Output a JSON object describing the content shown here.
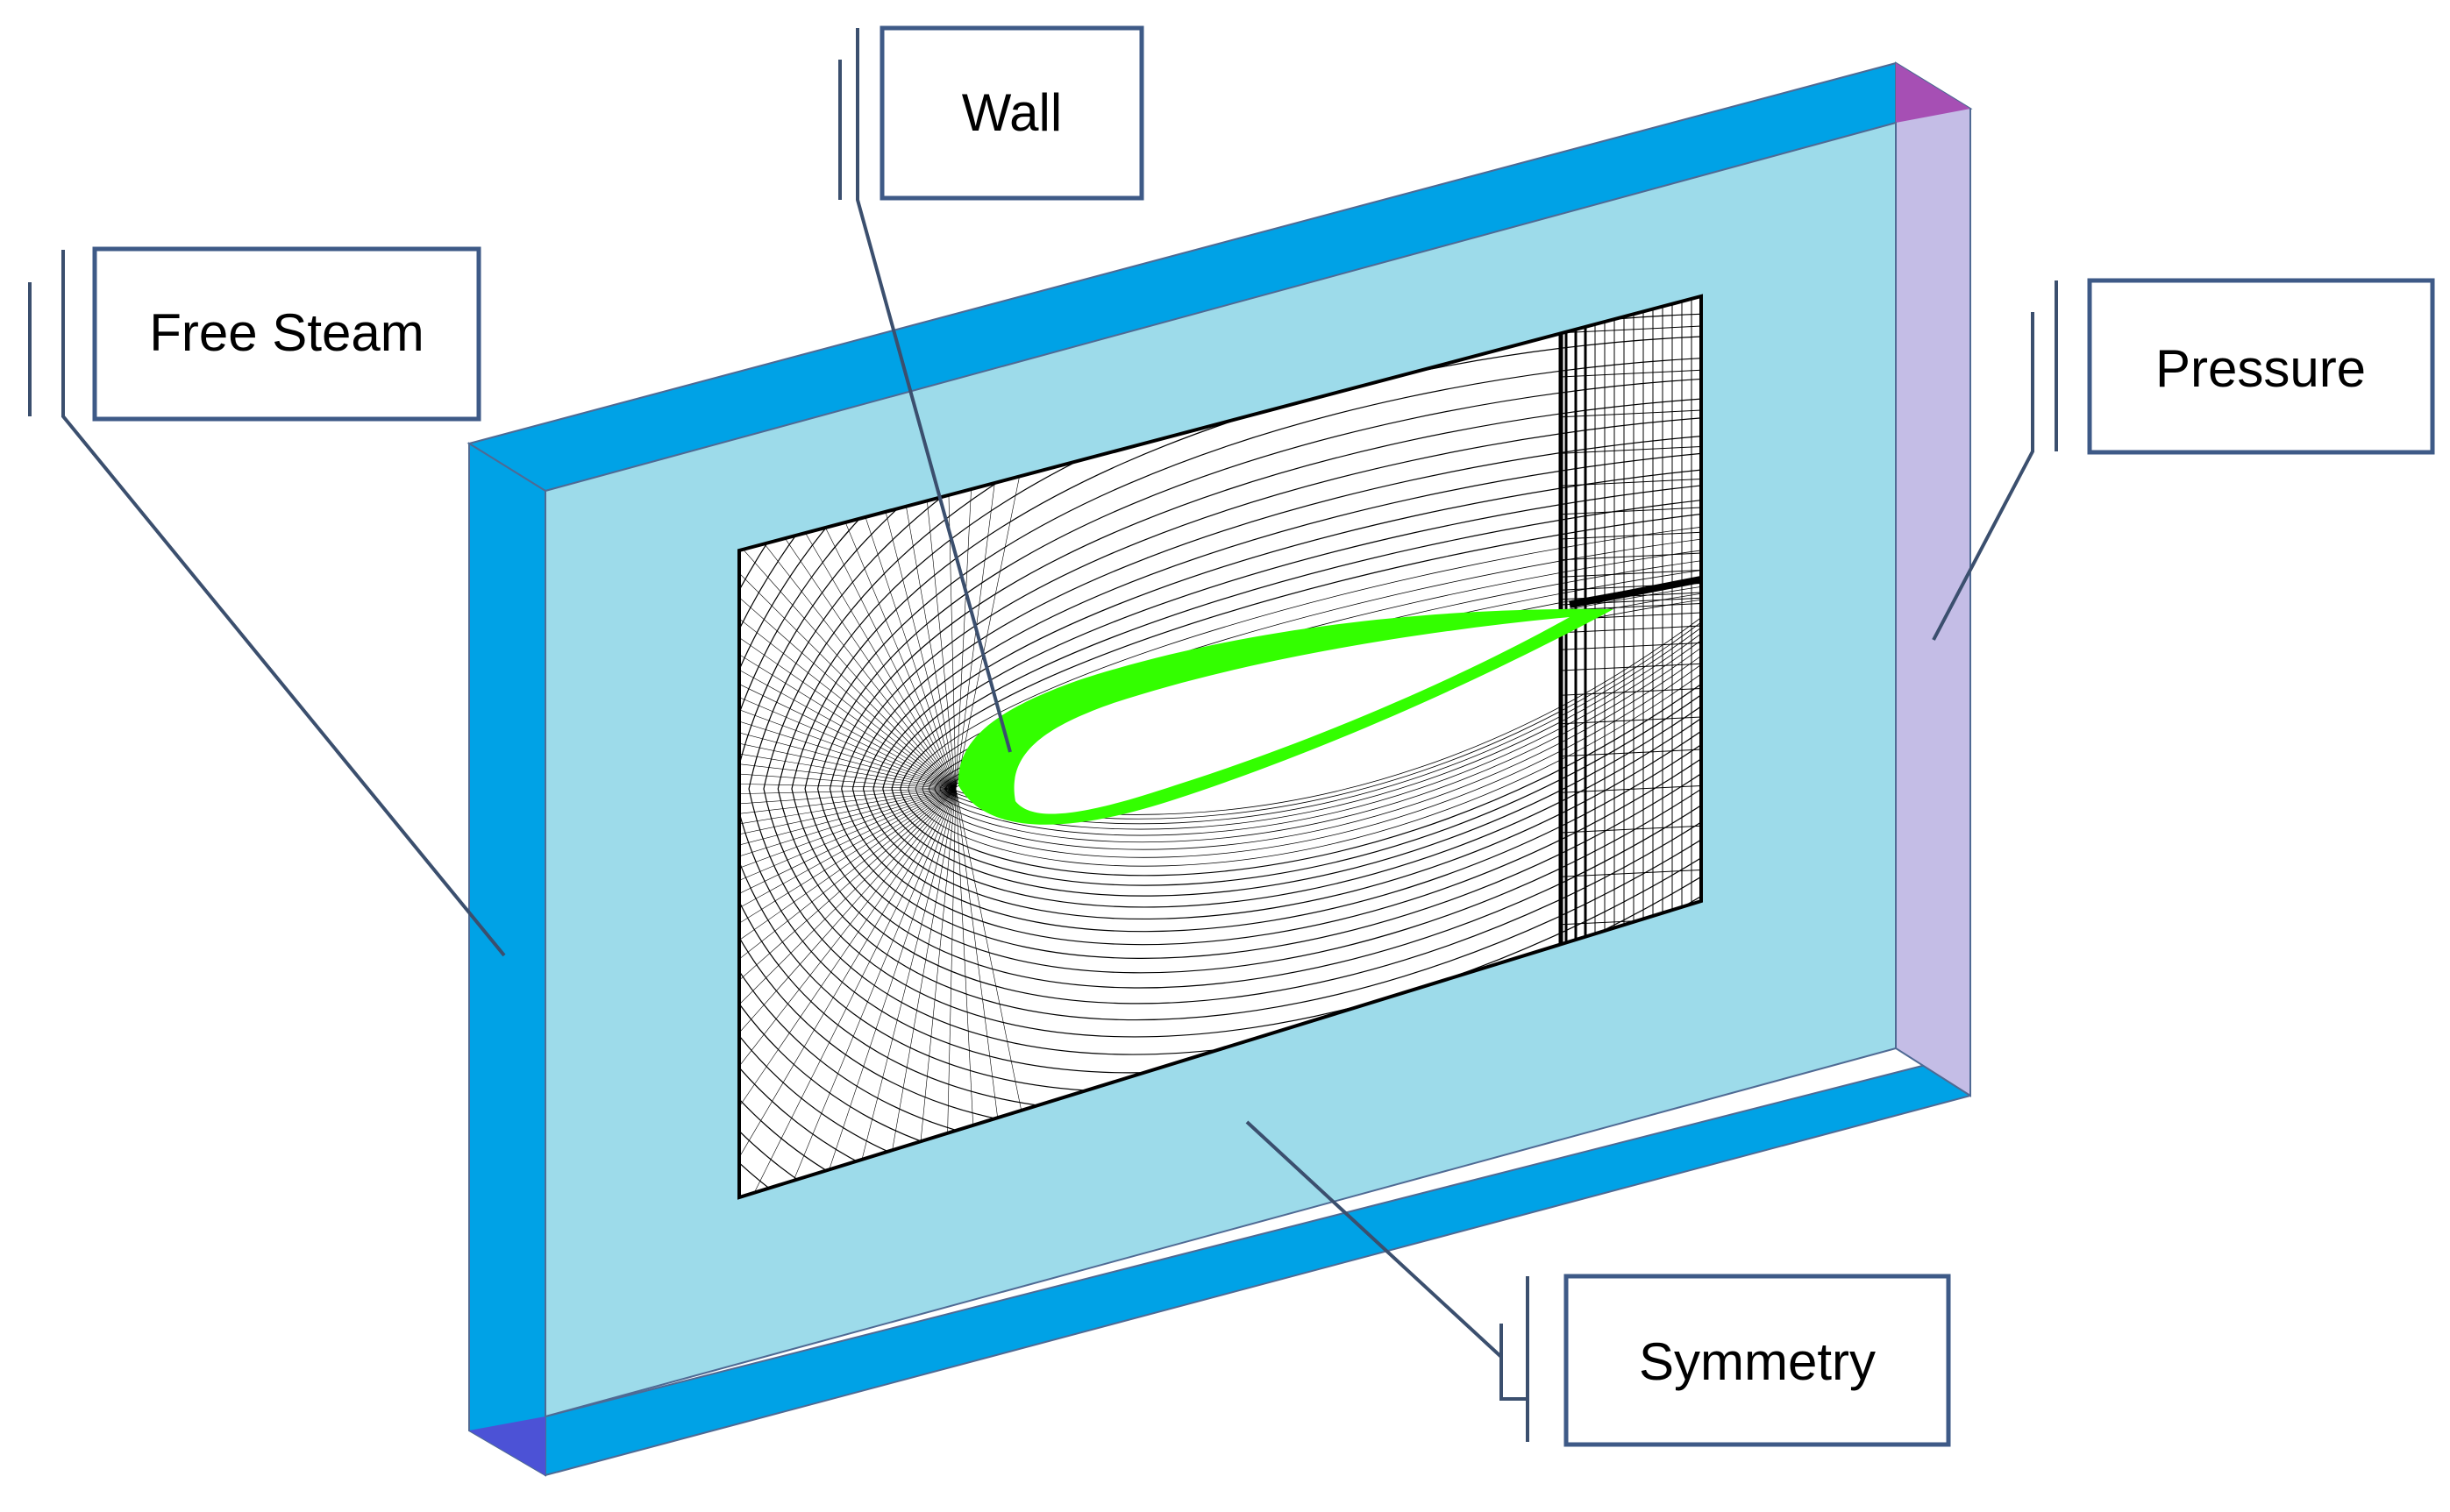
{
  "labels": {
    "wall": "Wall",
    "free_stream": "Free Steam",
    "pressure": "Pressure",
    "symmetry": "Symmetry"
  },
  "colors": {
    "free_stream_face": "#00a2e6",
    "symmetry_face": "#9ddbea",
    "pressure_face": "#c4bde6",
    "pressure_cap": "#a64fb4",
    "bottom_cap": "#4c52d6",
    "wall_green": "#33ff00",
    "mesh_line": "#000000",
    "callout_line": "#3b4f6e",
    "callout_box": "#3e5a87"
  }
}
